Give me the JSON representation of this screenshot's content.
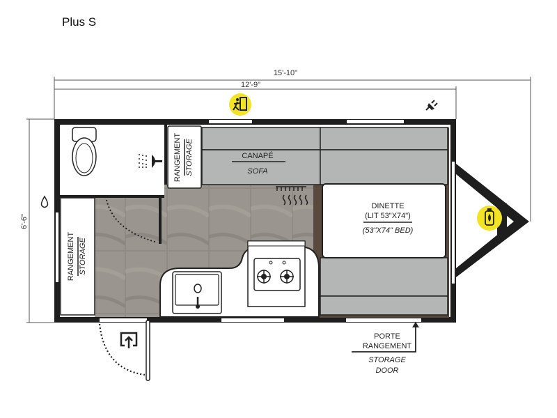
{
  "title": "Plus S",
  "dimensions": {
    "overall_length": "15'-10\"",
    "box_length": "12'-9\"",
    "width": "6'-6\""
  },
  "labels": {
    "storage_fr": "RANGEMENT",
    "storage_en": "STORAGE",
    "sofa_fr": "CANAPÉ",
    "sofa_en": "SOFA",
    "dinette": "DINETTE",
    "dinette_bed_fr": "(LIT 53\"X74\")",
    "dinette_bed_en": "(53\"X74\" BED)",
    "storage_door_fr_1": "PORTE",
    "storage_door_fr_2": "RANGEMENT",
    "storage_door_en_1": "STORAGE",
    "storage_door_en_2": "DOOR"
  },
  "icons": [
    "emergency-exit-icon",
    "power-plug-icon",
    "water-drop-icon",
    "propane-tank-icon",
    "entry-door-icon",
    "shower-icon",
    "toilet-icon",
    "furnace-icon",
    "sink-icon",
    "stove-icon"
  ],
  "colors": {
    "wall": "#1e1e1e",
    "cushion": "#b4b6b6",
    "floor": "#8c8780",
    "highlight": "#f2e422"
  }
}
